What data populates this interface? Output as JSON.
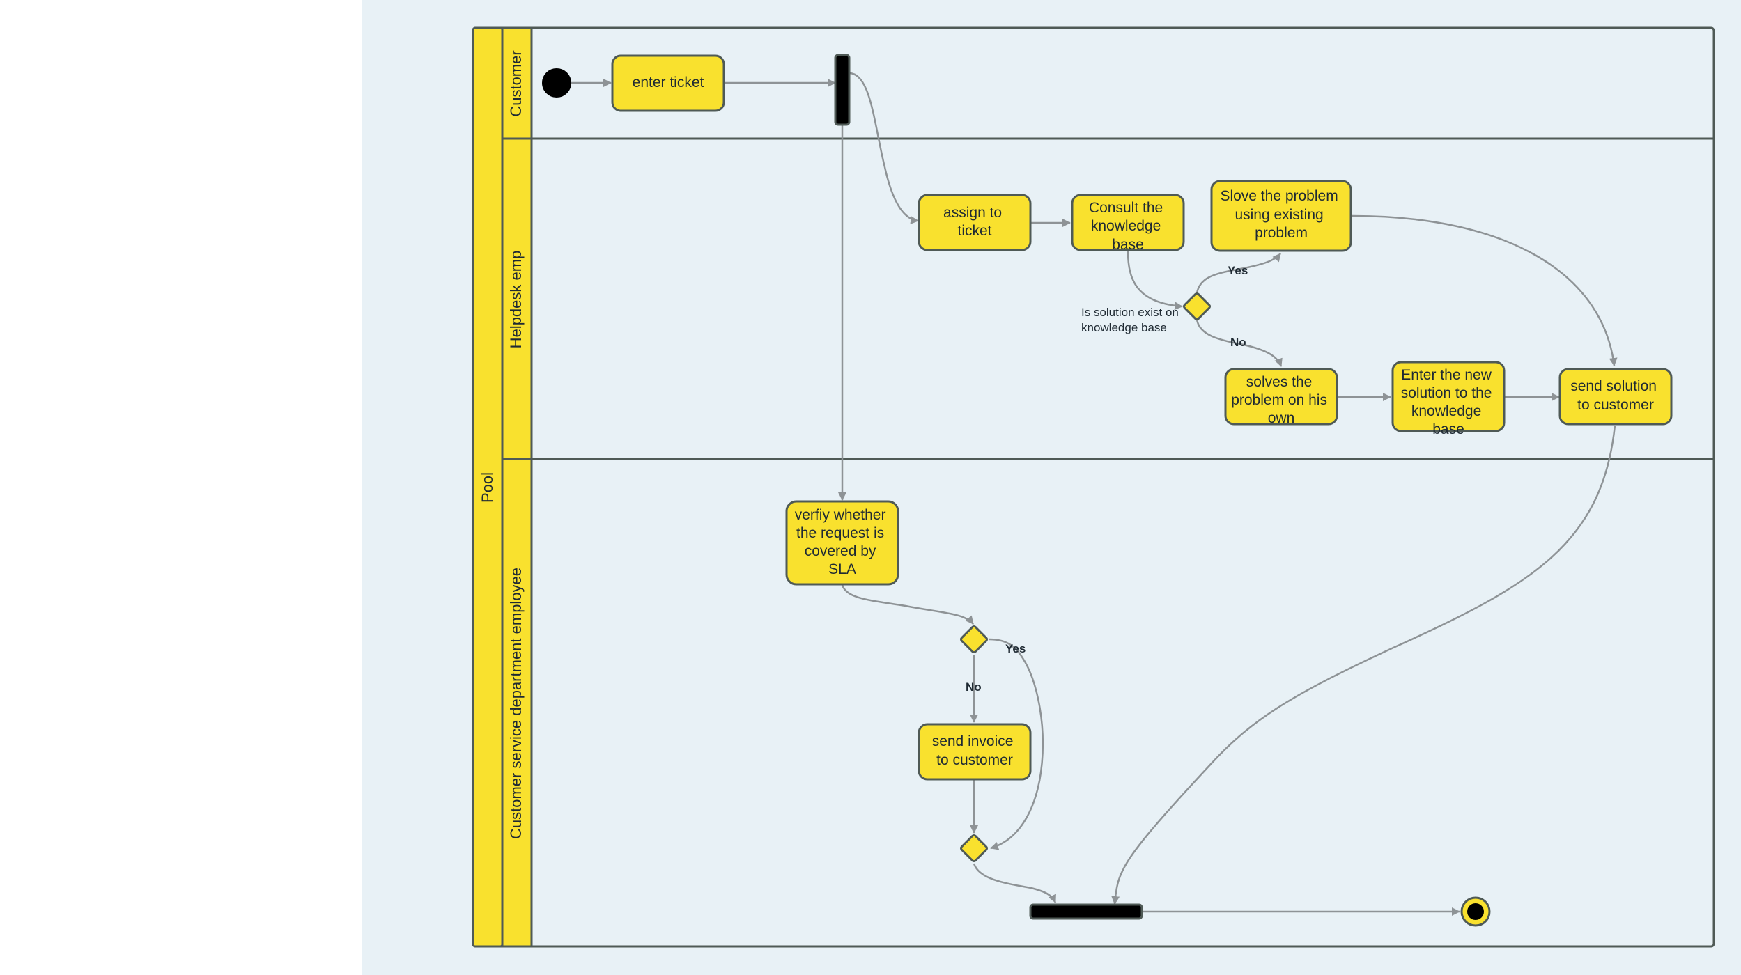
{
  "diagram": {
    "pool_label": "Pool",
    "lanes": [
      {
        "id": "customer",
        "label": "Customer"
      },
      {
        "id": "helpdesk",
        "label": "Helpdesk emp"
      },
      {
        "id": "csd",
        "label": "Customer service department employee"
      }
    ],
    "actions": {
      "enter_ticket": [
        "enter ticket"
      ],
      "assign_ticket": [
        "assign to",
        "ticket"
      ],
      "consult_kb": [
        "Consult the",
        "knowledge",
        "base"
      ],
      "slove_problem": [
        "Slove the problem",
        "using existing",
        "problem"
      ],
      "solves_own": [
        "solves the",
        "problem on his",
        "own"
      ],
      "enter_solution": [
        "Enter the new",
        "solution to the",
        "knowledge",
        "base"
      ],
      "send_solution": [
        "send solution",
        "to customer"
      ],
      "verify_sla": [
        "verfiy whether",
        "the request is",
        "covered by",
        "SLA"
      ],
      "send_invoice": [
        "send invoice",
        "to customer"
      ]
    },
    "decision_note": [
      "Is solution exist on",
      "knowledge base"
    ],
    "edge_labels": {
      "kb_yes": "Yes",
      "kb_no": "No",
      "sla_yes": "Yes",
      "sla_no": "No"
    },
    "colors": {
      "node_fill": "#f9e12e",
      "node_stroke": "#4f5a56",
      "edge": "#8e9396",
      "canvas": "#e8f1f6"
    }
  }
}
